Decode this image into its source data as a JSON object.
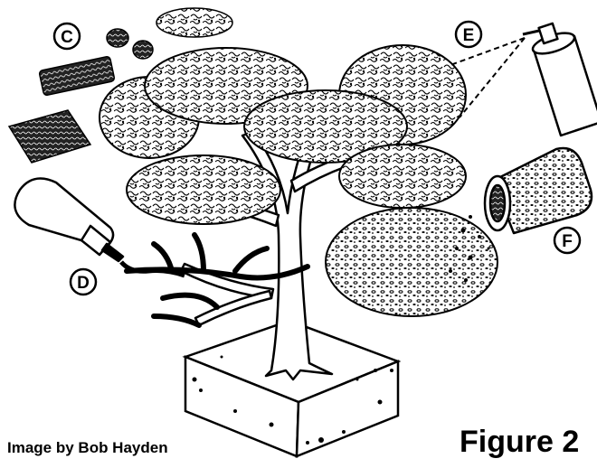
{
  "labels": {
    "c": "C",
    "d": "D",
    "e": "E",
    "f": "F"
  },
  "credit": "Image by Bob Hayden",
  "figure_title": "Figure 2",
  "colors": {
    "ink": "#000000",
    "paper": "#ffffff"
  }
}
